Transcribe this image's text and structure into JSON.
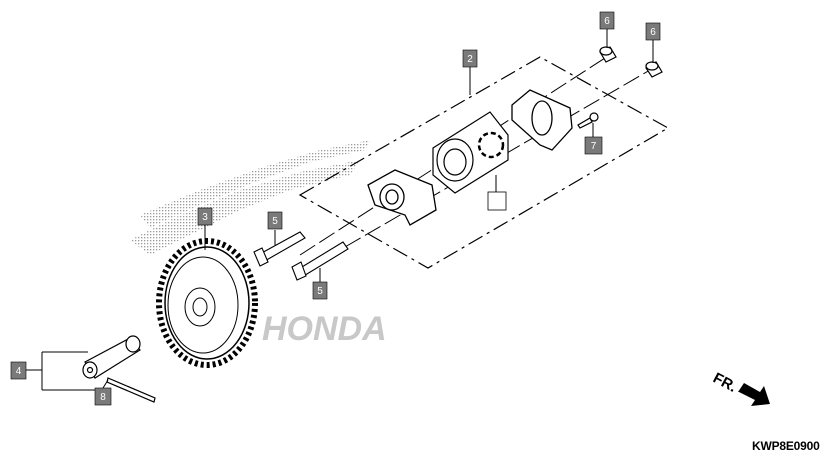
{
  "diagram": {
    "callouts": [
      {
        "id": "callout-2",
        "label": "2"
      },
      {
        "id": "callout-3",
        "label": "3"
      },
      {
        "id": "callout-4",
        "label": "4"
      },
      {
        "id": "callout-5a",
        "label": "5"
      },
      {
        "id": "callout-5b",
        "label": "5"
      },
      {
        "id": "callout-6a",
        "label": "6"
      },
      {
        "id": "callout-6b",
        "label": "6"
      },
      {
        "id": "callout-7",
        "label": "7"
      },
      {
        "id": "callout-8",
        "label": "8"
      },
      {
        "id": "callout-blank",
        "label": ""
      }
    ],
    "direction_label": "FR.",
    "diagram_code": "KWP8E0900",
    "watermark": "HONDA",
    "colors": {
      "callout_fill": "#7a7a7a",
      "line": "#000000",
      "watermark": "#c8c8c8"
    }
  }
}
